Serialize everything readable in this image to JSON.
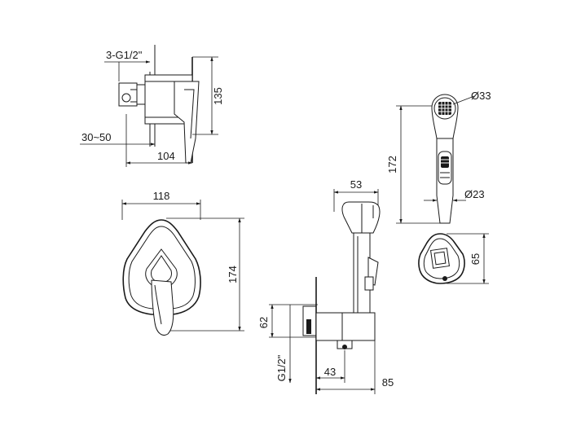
{
  "drawing": {
    "labels": {
      "inlet_thread_3x": "3-G1/2\"",
      "body_height": "135",
      "wall_depth": "30~50",
      "body_depth": "104",
      "plate_width": "118",
      "plate_height": "174",
      "holder_width": "53",
      "connector_height": "62",
      "connector_thread": "G1/2\"",
      "outlet_offset": "43",
      "total_depth": "85",
      "spray_head_diameter": "Ø33",
      "spray_length": "172",
      "spray_handle_diameter": "Ø23",
      "holder_height": "65"
    }
  }
}
